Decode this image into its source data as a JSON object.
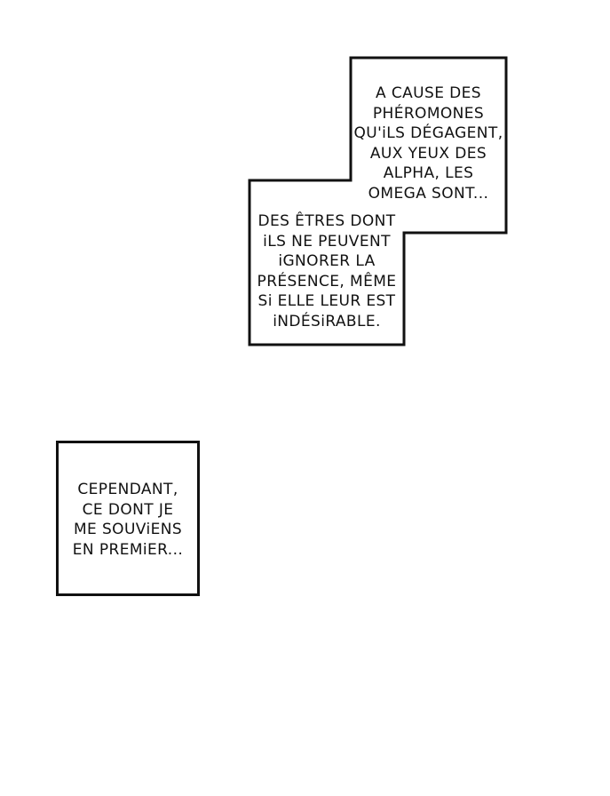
{
  "bubble_top_lines": [
    "A CAUSE DES",
    "PHÉROMONES",
    "QU'iLS DÉGAGENT,",
    "AUX YEUX DES",
    "ALPHA, LES",
    "OMEGA SONT..."
  ],
  "bubble_bottom_lines": [
    "DES ÊTRES DONT",
    "iLS NE PEUVENT",
    "iGNORER LA",
    "PRÉSENCE, MÊME",
    "Si ELLE LEUR EST",
    "iNDÉSiRABLE."
  ],
  "bubble_left_lines": [
    "CEPENDANT,",
    "CE DONT JE",
    "ME SOUViENS",
    "EN PREMiER..."
  ]
}
